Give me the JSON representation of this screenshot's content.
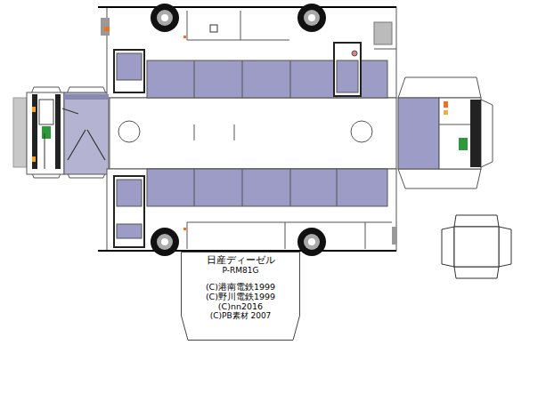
{
  "diagram": {
    "nodes": [
      {
        "text": [
          "日産ディーゼル",
          "P-RM81G",
          "(C)港南電鉄1999",
          "(C)野川電鉄1999",
          "(C)nn2016",
          "(C)PB素材 2007"
        ]
      }
    ]
  }
}
